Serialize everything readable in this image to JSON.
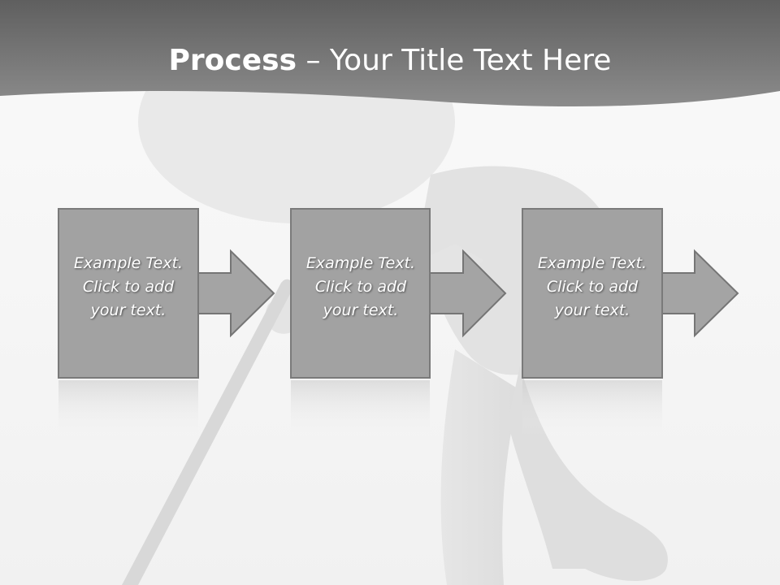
{
  "slide": {
    "title_bold": "Process",
    "title_rest": " – Your Title Text Here"
  },
  "steps": [
    {
      "text": "Example Text.\nClick  to add\nyour text."
    },
    {
      "text": "Example Text.\nClick  to add\nyour text."
    },
    {
      "text": "Example Text.\nClick  to add\nyour text."
    }
  ],
  "colors": {
    "header": "#6e6e6e",
    "box_fill": "#a2a2a2",
    "box_border": "#7a7a7a",
    "text": "#ffffff",
    "background": "#f4f4f4"
  }
}
